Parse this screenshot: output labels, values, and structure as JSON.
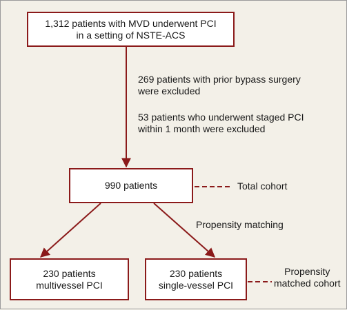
{
  "boxes": {
    "top": {
      "line1": "1,312 patients with MVD underwent PCI",
      "line2": "in a setting of NSTE-ACS"
    },
    "middle": {
      "text": "990 patients"
    },
    "bottom_left": {
      "line1": "230 patients",
      "line2": "multivessel PCI"
    },
    "bottom_right": {
      "line1": "230 patients",
      "line2": "single-vessel PCI"
    }
  },
  "exclusions": {
    "first": {
      "line1": "269 patients with prior bypass surgery",
      "line2": "were excluded"
    },
    "second": {
      "line1": "53 patients who underwent staged PCI",
      "line2": "within 1 month were excluded"
    }
  },
  "annotations": {
    "total_cohort": "Total cohort",
    "propensity_matching": "Propensity matching",
    "matched_cohort": {
      "line1": "Propensity",
      "line2": "matched cohort"
    }
  },
  "colors": {
    "accent": "#8b1a1a",
    "background": "#f3f0e8"
  }
}
